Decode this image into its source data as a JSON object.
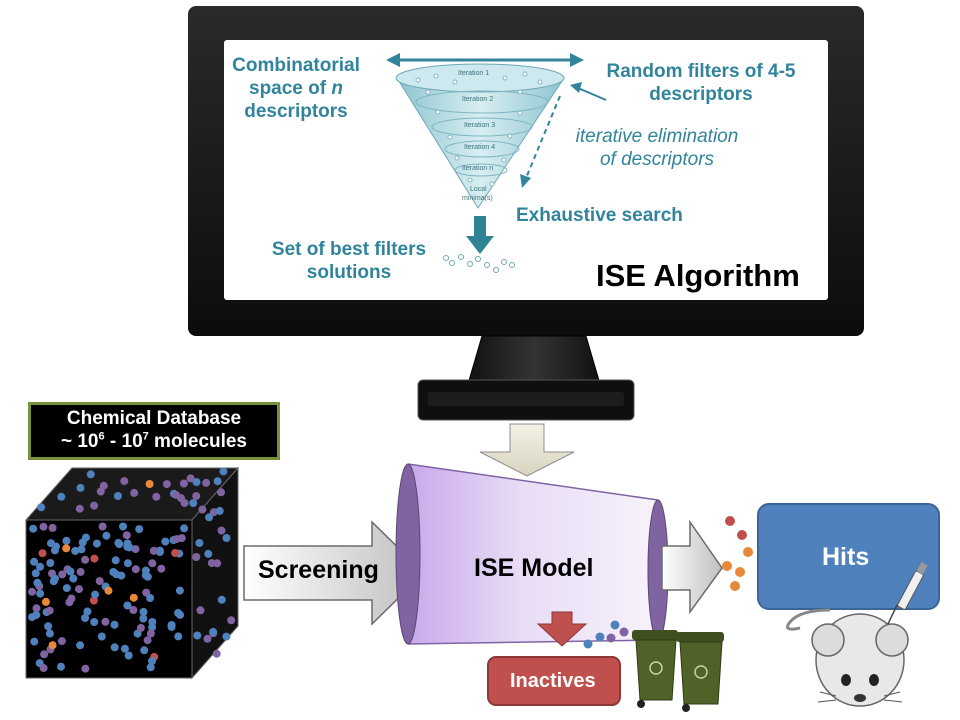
{
  "monitor": {
    "combinatorial": [
      "Combinatorial",
      "space of ",
      "n",
      "descriptors"
    ],
    "random_filters": [
      "Random filters of 4-5",
      "descriptors"
    ],
    "iterative": [
      "iterative elimination",
      "of descriptors"
    ],
    "exhaustive": "Exhaustive search",
    "best_filters": [
      "Set of best filters",
      "solutions"
    ],
    "algorithm_title": "ISE Algorithm",
    "funnel_labels": [
      "Iteration 1",
      "Iteration 2",
      "Iteration 3",
      "Iteration 4",
      "Iteration n",
      "Local",
      "minima(s)"
    ]
  },
  "database": {
    "line1": "Chemical Database",
    "line2_prefix": "~ 10",
    "exp1": "6",
    "dash": " - 10",
    "exp2": "7",
    "line2_suffix": " molecules"
  },
  "screening_label": "Screening",
  "model_label": "ISE Model",
  "hits_label": "Hits",
  "inactives_label": "Inactives",
  "colors": {
    "teal_text": "#31849b",
    "cone_fill": "#d9c4ee",
    "cone_rim": "#8064a2",
    "hits_box": "#4f81bd",
    "inactives_box": "#c0504d",
    "database_border": "#76923c",
    "bin": "#4f6228"
  }
}
